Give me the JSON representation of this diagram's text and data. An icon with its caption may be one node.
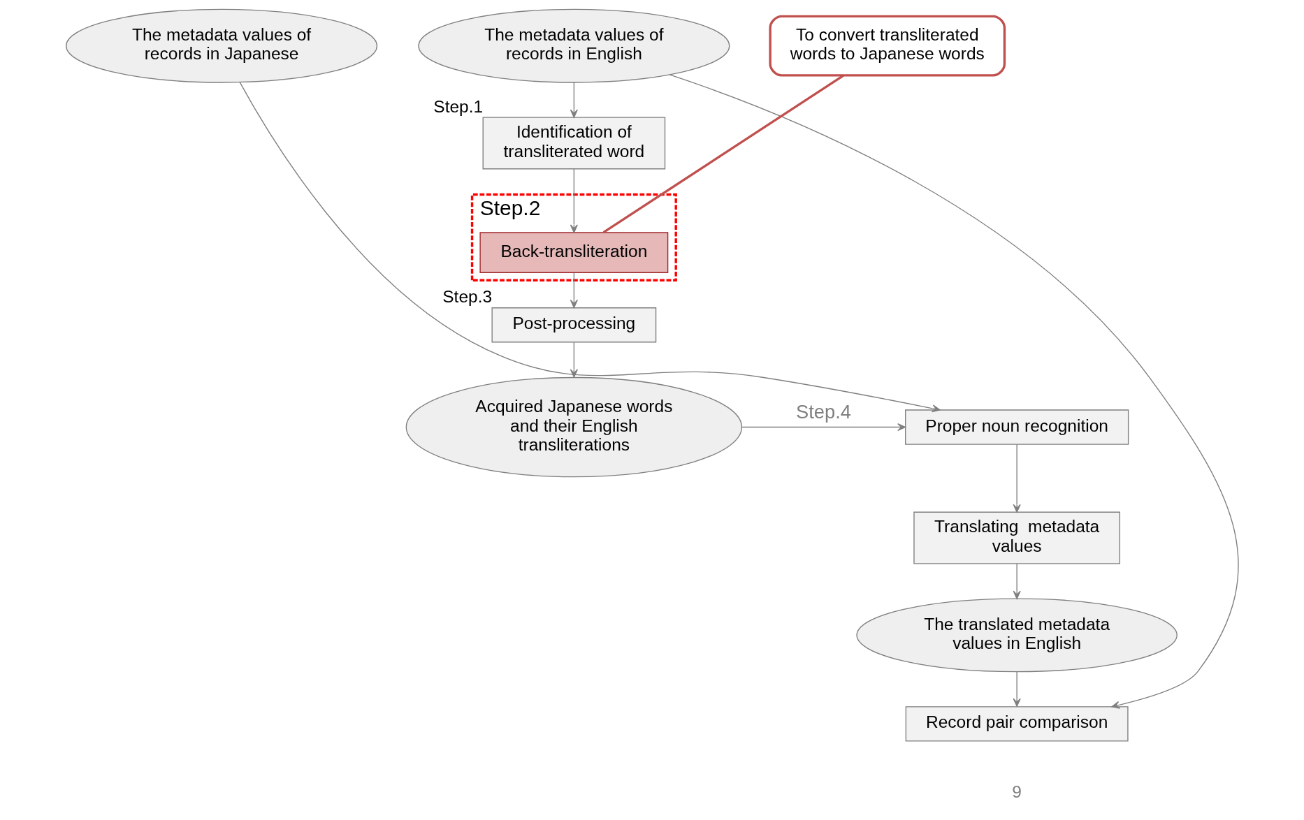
{
  "diagram": {
    "nodes": [
      {
        "text": [
          "The metadata values of records in Japanese"
        ]
      },
      {
        "text": [
          "The metadata values of records in English"
        ]
      },
      {
        "text": [
          "Identification of transliterated word"
        ],
        "beside": [
          "Step.1"
        ]
      },
      {
        "text": [
          "Step.2"
        ]
      },
      {
        "text": [
          "Back-transliteration"
        ],
        "in": 3
      },
      {
        "text": [
          "Post-processing"
        ],
        "beside": [
          "Step.3"
        ]
      },
      {
        "text": [
          "Acquired Japanese words and their English transliterations"
        ]
      },
      {
        "text": [
          "Proper noun recognition"
        ]
      },
      {
        "text": [
          "Translating  metadata values"
        ]
      },
      {
        "text": [
          "The translated metadata values in English"
        ]
      },
      {
        "text": [
          "Record pair comparison"
        ]
      },
      {
        "text": [
          "To convert transliterated words to Japanese words"
        ]
      }
    ],
    "edges": [
      {
        "from": 0,
        "to": 7,
        "arrow": "to"
      },
      {
        "from": 1,
        "to": 2,
        "arrow": "to"
      },
      {
        "from": 2,
        "to": 4,
        "arrow": "to"
      },
      {
        "from": 4,
        "to": 5,
        "arrow": "to"
      },
      {
        "from": 5,
        "to": 6,
        "arrow": "to"
      },
      {
        "from": 6,
        "to": 7,
        "arrow": "to",
        "label": "Step.4"
      },
      {
        "from": 7,
        "to": 8,
        "arrow": "to"
      },
      {
        "from": 8,
        "to": 9,
        "arrow": "to"
      },
      {
        "from": 9,
        "to": 10,
        "arrow": "to"
      },
      {
        "from": 1,
        "to": 10,
        "arrow": "to"
      },
      {
        "from": 11,
        "to": 4,
        "arrow": "none",
        "color": "#c0504d"
      }
    ],
    "labels": [
      "9"
    ]
  }
}
